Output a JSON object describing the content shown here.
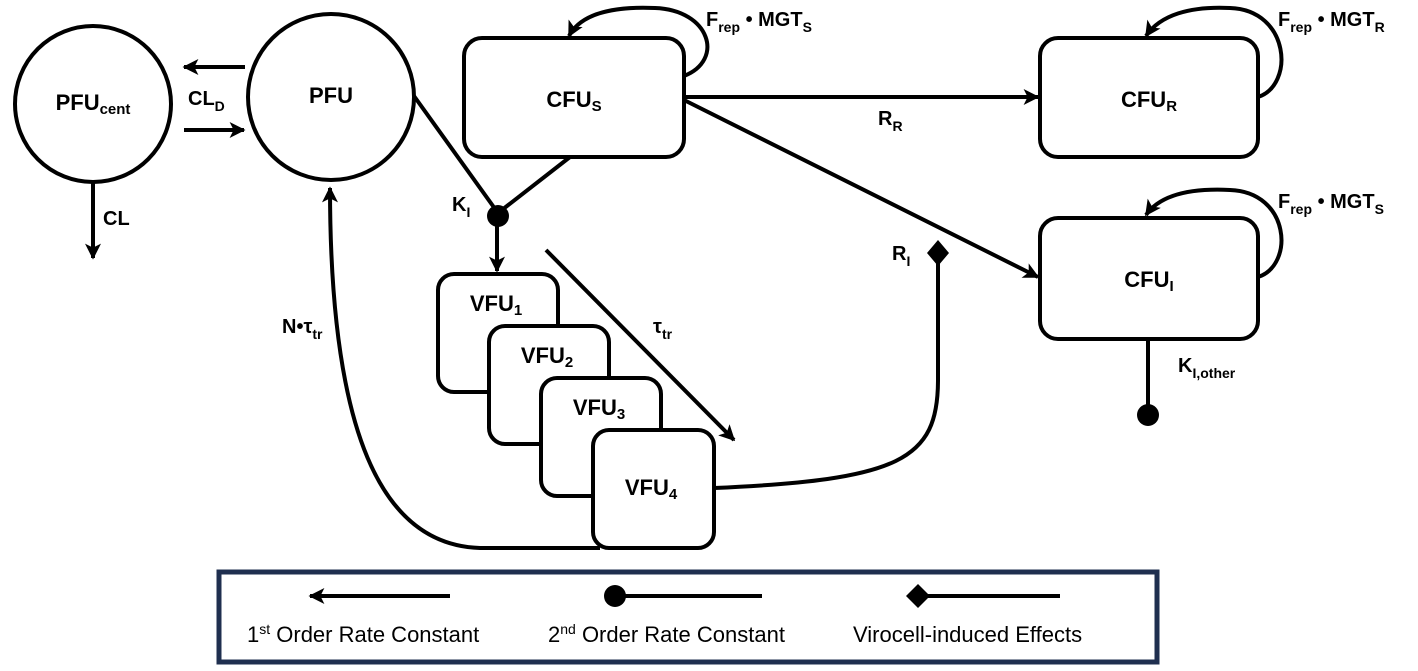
{
  "nodes": {
    "pfu_cent": {
      "base": "PFU",
      "sub": "cent"
    },
    "pfu": {
      "base": "PFU",
      "sub": ""
    },
    "cfu_s": {
      "base": "CFU",
      "sub": "S"
    },
    "cfu_r": {
      "base": "CFU",
      "sub": "R"
    },
    "cfu_i": {
      "base": "CFU",
      "sub": "I"
    },
    "vfu_1": {
      "base": "VFU",
      "sub": "1"
    },
    "vfu_2": {
      "base": "VFU",
      "sub": "2"
    },
    "vfu_3": {
      "base": "VFU",
      "sub": "3"
    },
    "vfu_4": {
      "base": "VFU",
      "sub": "4"
    }
  },
  "edges": {
    "cl_d": {
      "base": "CL",
      "sub": "D"
    },
    "cl": {
      "base": "CL",
      "sub": ""
    },
    "k_i": {
      "base": "K",
      "sub": "I"
    },
    "r_r": {
      "base": "R",
      "sub": "R"
    },
    "r_i": {
      "base": "R",
      "sub": "I"
    },
    "tau_tr": {
      "base": "τ",
      "sub": "tr"
    },
    "n_tau_tr": {
      "base": "N•τ",
      "sub": "tr"
    },
    "k_i_other": {
      "base": "K",
      "sub": "I,other"
    },
    "frep_s_top": {
      "f": "F",
      "fsub": "rep",
      "mid": " • MGT",
      "msub": "S"
    },
    "frep_r": {
      "f": "F",
      "fsub": "rep",
      "mid": " • MGT",
      "msub": "R"
    },
    "frep_s_i": {
      "f": "F",
      "fsub": "rep",
      "mid": " • MGT",
      "msub": "S"
    }
  },
  "legend": {
    "first_order": {
      "base": "1",
      "sup": "st",
      "rest": " Order Rate Constant"
    },
    "second_order": {
      "base": "2",
      "sup": "nd",
      "rest": " Order Rate Constant"
    },
    "virocell": {
      "text": "Virocell-induced Effects"
    }
  },
  "colors": {
    "legend_border": "#1f2f4f",
    "line": "#000000"
  }
}
